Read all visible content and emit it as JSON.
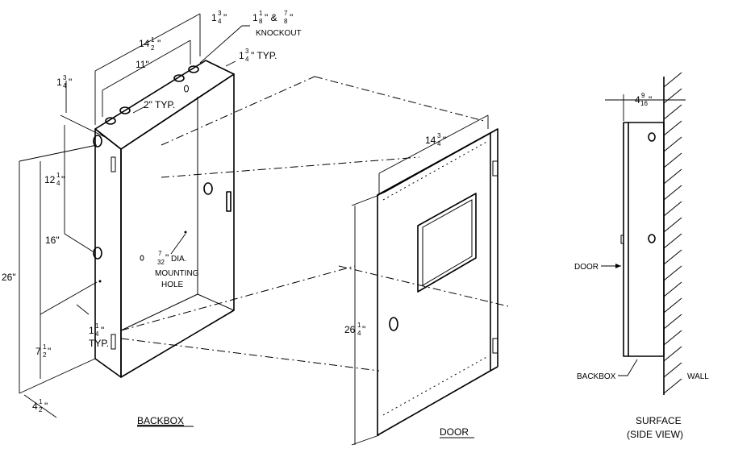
{
  "labels": {
    "backbox_view": "BACKBOX",
    "door_view": "DOOR",
    "surface_line1": "SURFACE",
    "surface_line2": "(SIDE VIEW)",
    "door_pointer": "DOOR",
    "backbox_pointer": "BACKBOX",
    "wall": "WALL",
    "knockout": "KNOCKOUT",
    "mounting_line1": "DIA.",
    "mounting_line2": "MOUNTING",
    "mounting_line3": "HOLE",
    "typ": "TYP."
  },
  "dimensions": {
    "width_14_1_2": {
      "whole": "14",
      "num": "1",
      "den": "2",
      "unit": "\""
    },
    "width_11": {
      "text": "11\""
    },
    "typ_2": {
      "text": "2\" TYP."
    },
    "top_1_3_4": {
      "whole": "1",
      "num": "3",
      "den": "4",
      "unit": "\""
    },
    "knockout_1_1_8": {
      "whole": "1",
      "num": "1",
      "den": "8",
      "unit": "\" &"
    },
    "knockout_7_8": {
      "num": "7",
      "den": "8",
      "unit": "\""
    },
    "typ_1_3_4": {
      "whole": "1",
      "num": "3",
      "den": "4",
      "unit": "\" TYP."
    },
    "left_1_3_4": {
      "whole": "1",
      "num": "3",
      "den": "4",
      "unit": "\""
    },
    "h_12_1_4": {
      "whole": "12",
      "num": "1",
      "den": "4",
      "unit": "\""
    },
    "h_16": {
      "text": "16\""
    },
    "h_26": {
      "text": "26\""
    },
    "h_7_1_2": {
      "whole": "7",
      "num": "1",
      "den": "2",
      "unit": "\""
    },
    "d_4_1_2": {
      "whole": "4",
      "num": "1",
      "den": "2",
      "unit": "\""
    },
    "typ_1_1_4": {
      "whole": "1",
      "num": "1",
      "den": "4",
      "unit": "\""
    },
    "hole_7_32": {
      "num": "7",
      "den": "32",
      "unit": "\""
    },
    "door_w_14_3_4": {
      "whole": "14",
      "num": "3",
      "den": "4",
      "unit": "\""
    },
    "door_h_26_1_4": {
      "whole": "26",
      "num": "1",
      "den": "4",
      "unit": "\""
    },
    "side_4_9_16": {
      "whole": "4",
      "num": "9",
      "den": "16",
      "unit": "\""
    }
  }
}
